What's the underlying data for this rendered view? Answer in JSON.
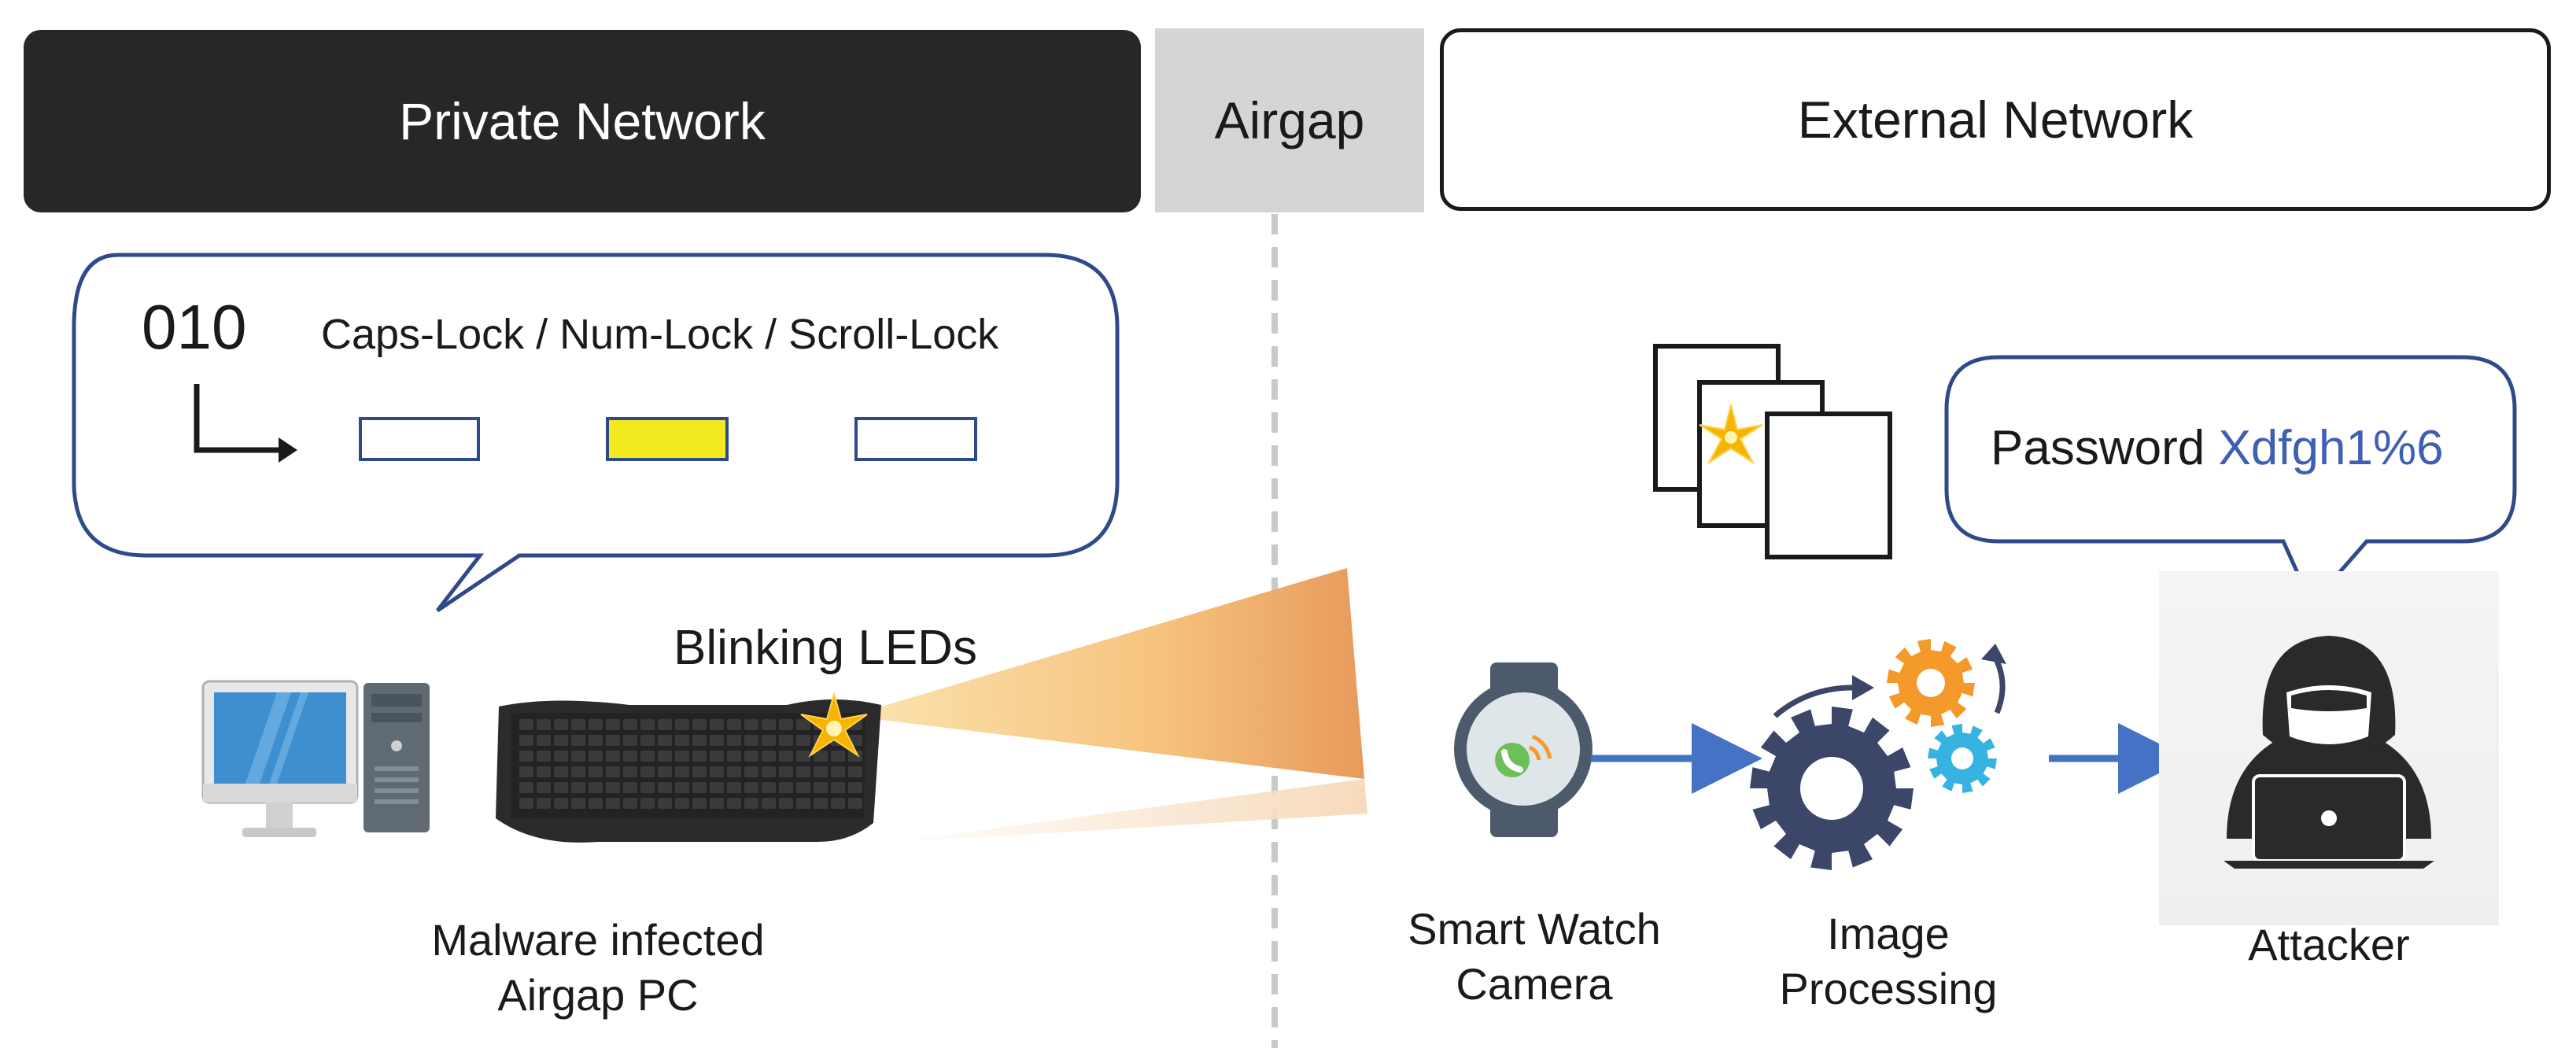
{
  "header": {
    "private_network": "Private Network",
    "airgap": "Airgap",
    "external_network": "External Network"
  },
  "bubble_left": {
    "bits": "010",
    "leds_label": "Caps-Lock / Num-Lock / Scroll-Lock",
    "leds": [
      {
        "name": "caps-lock",
        "lit": false
      },
      {
        "name": "num-lock",
        "lit": true
      },
      {
        "name": "scroll-lock",
        "lit": false
      }
    ]
  },
  "labels": {
    "blinking": "Blinking LEDs",
    "pc_line1": "Malware infected",
    "pc_line2": "Airgap PC",
    "watch_line1": "Smart Watch",
    "watch_line2": "Camera",
    "image_line1": "Image",
    "image_line2": "Processing",
    "attacker": "Attacker"
  },
  "bubble_right": {
    "prefix": "Password",
    "value": "Xdfgh1%6"
  },
  "colors": {
    "dark_header": "#272727",
    "airgap_gray": "#d5d5d5",
    "bubble_border": "#2f4a8a",
    "led_on": "#f2ea1e",
    "password_blue": "#3f5fb3",
    "arrow_blue": "#4472c4",
    "gear_dark": "#3b4668",
    "gear_orange": "#f39a2b",
    "gear_cyan": "#36b3e0",
    "beam_orange": "#f2a35a"
  }
}
